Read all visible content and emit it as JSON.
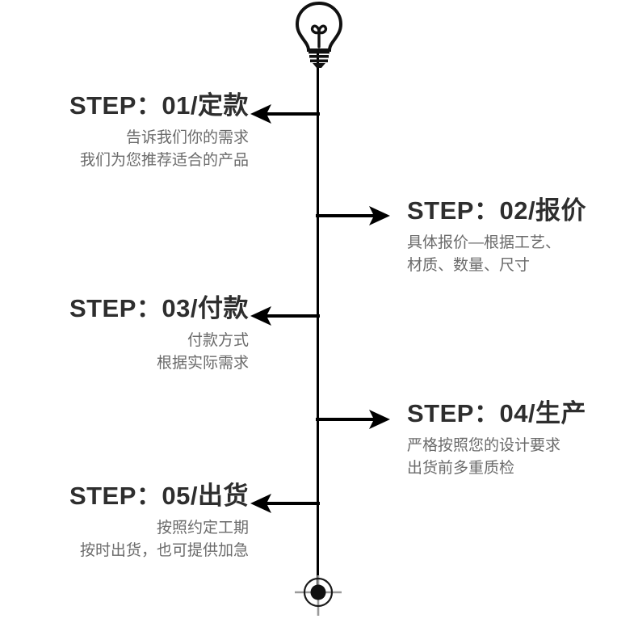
{
  "diagram": {
    "title_prefix": "STEP：",
    "top_icon": "lightbulb-icon",
    "bottom_icon": "crosshair-target-icon",
    "colors": {
      "line": "#000000",
      "title_text": "#2e2e2e",
      "desc_text": "#6b6b6b",
      "background": "#ffffff",
      "crosshair_gray": "#9a9a9a"
    },
    "steps": [
      {
        "side": "left",
        "number": "01",
        "name": "定款",
        "title": "STEP：01/定款",
        "desc_lines": [
          "告诉我们你的需求",
          "我们为您推荐适合的产品"
        ],
        "arrow_direction": "left"
      },
      {
        "side": "right",
        "number": "02",
        "name": "报价",
        "title": "STEP：02/报价",
        "desc_lines": [
          "具体报价—根据工艺、",
          "材质、数量、尺寸"
        ],
        "arrow_direction": "right"
      },
      {
        "side": "left",
        "number": "03",
        "name": "付款",
        "title": "STEP：03/付款",
        "desc_lines": [
          "付款方式",
          "根据实际需求"
        ],
        "arrow_direction": "left"
      },
      {
        "side": "right",
        "number": "04",
        "name": "生产",
        "title": "STEP：04/生产",
        "desc_lines": [
          "严格按照您的设计要求",
          "出货前多重质检"
        ],
        "arrow_direction": "right"
      },
      {
        "side": "left",
        "number": "05",
        "name": "出货",
        "title": "STEP：05/出货",
        "desc_lines": [
          "按照约定工期",
          "按时出货，也可提供加急"
        ],
        "arrow_direction": "left"
      }
    ]
  }
}
